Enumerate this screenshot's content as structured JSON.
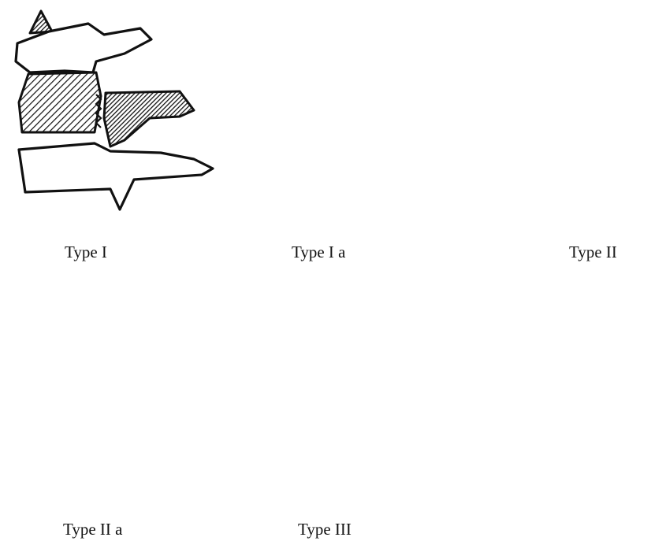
{
  "panels": [
    {
      "caption": "Type I"
    },
    {
      "caption": "Type I  a"
    },
    {
      "caption": "Type II"
    },
    {
      "caption": "Type II  a"
    },
    {
      "caption": "Type III"
    }
  ],
  "colors": {
    "ink": "#111111",
    "paper": "#ffffff"
  }
}
